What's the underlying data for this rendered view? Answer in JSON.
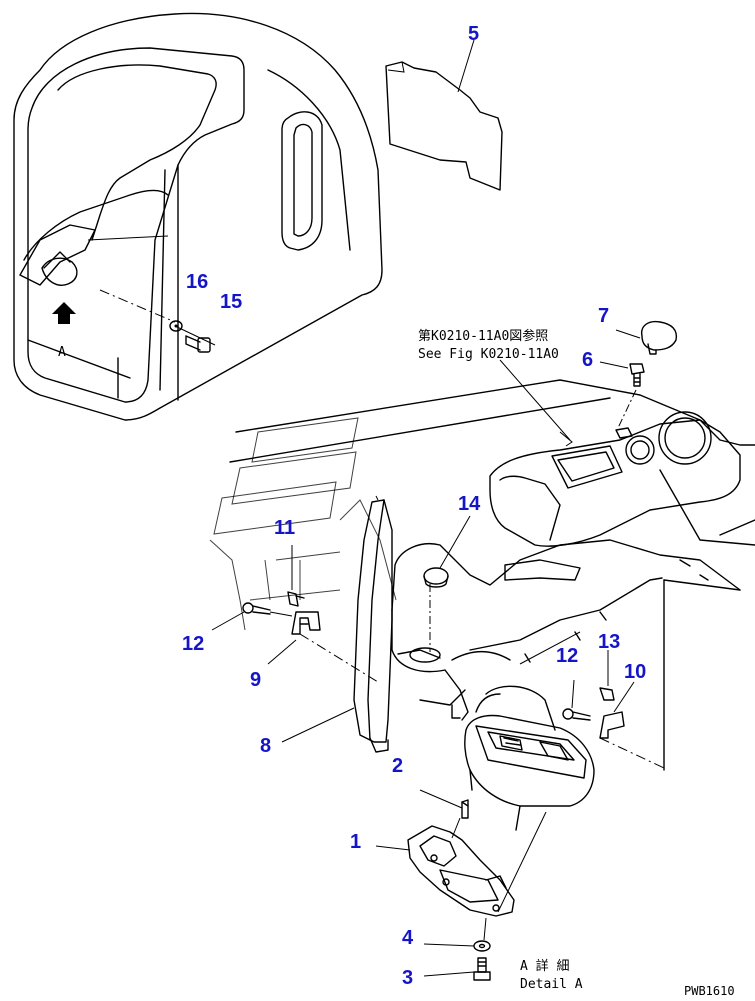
{
  "callouts": {
    "c1": "1",
    "c2": "2",
    "c3": "3",
    "c4": "4",
    "c5": "5",
    "c6": "6",
    "c7": "7",
    "c8": "8",
    "c9": "9",
    "c10": "10",
    "c11": "11",
    "c12a": "12",
    "c12b": "12",
    "c13": "13",
    "c14": "14",
    "c15": "15",
    "c16": "16"
  },
  "view_marker": "A",
  "reference_note": {
    "jp": "第K0210-11A0図参照",
    "en": "See Fig K0210-11A0"
  },
  "detail_label": {
    "jp": "A 詳 細",
    "en": "Detail A"
  },
  "drawing_code": "PWB1610"
}
